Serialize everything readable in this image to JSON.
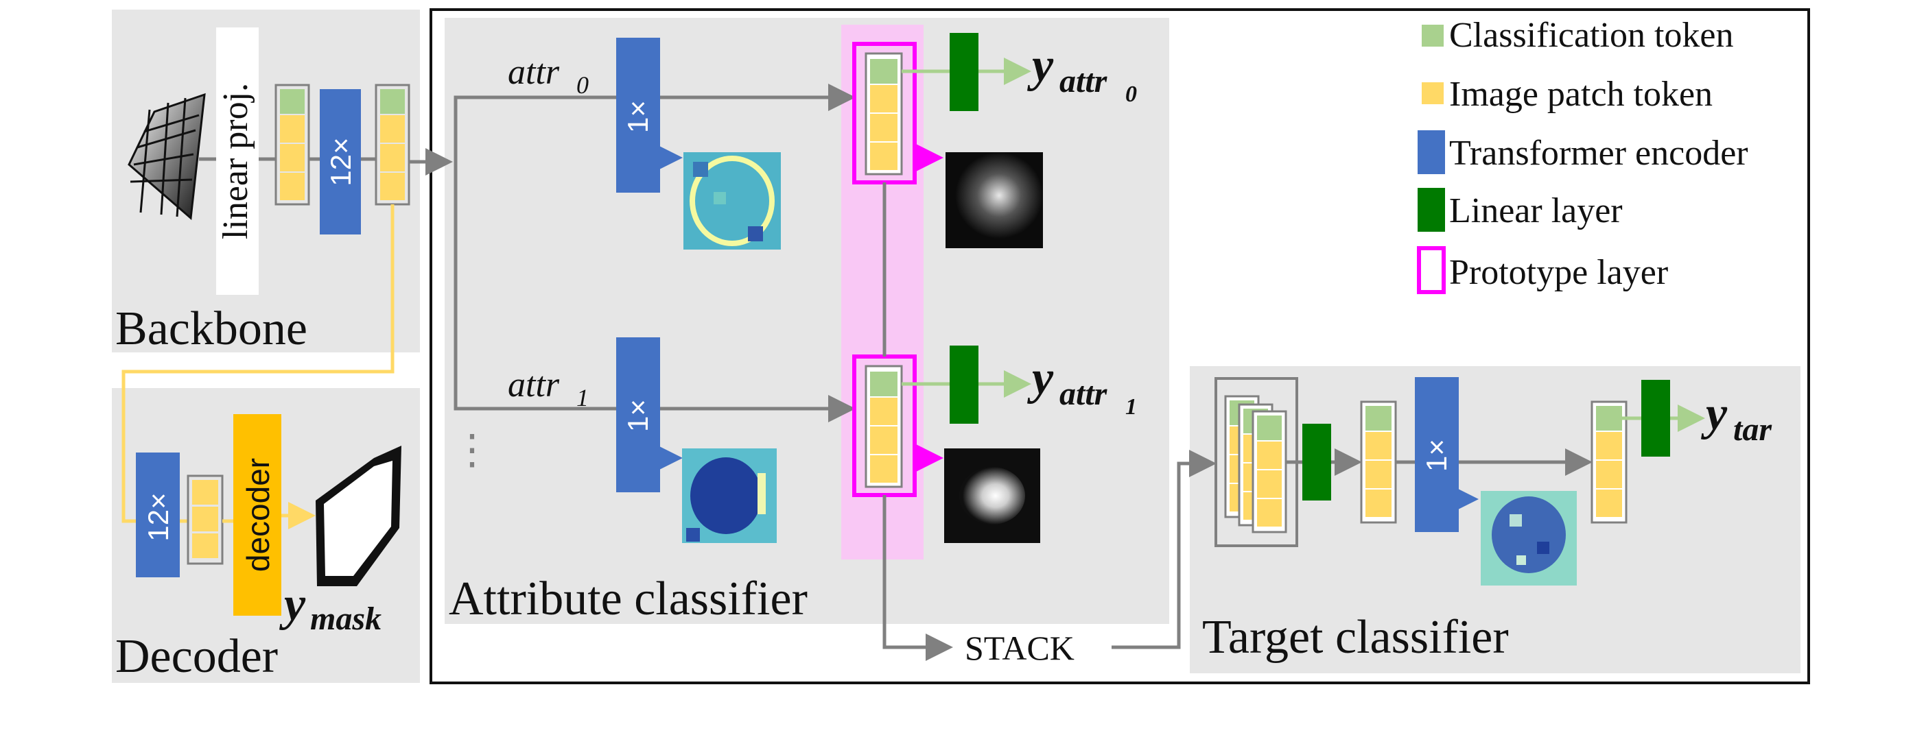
{
  "legend": {
    "classification_token": "Classification token",
    "image_patch_token": "Image patch token",
    "transformer_encoder": "Transformer encoder",
    "linear_layer": "Linear layer",
    "prototype_layer": "Prototype layer"
  },
  "sections": {
    "backbone": "Backbone",
    "decoder": "Decoder",
    "attribute_classifier": "Attribute classifier",
    "target_classifier": "Target classifier"
  },
  "blocks": {
    "linear_proj": "linear proj.",
    "backbone_encoder": "12×",
    "decoder_encoder": "12×",
    "decoder_block": "decoder",
    "attr_encoder": "1×",
    "target_encoder": "1×",
    "stack": "STACK"
  },
  "labels": {
    "attr0_base": "attr",
    "attr0_sub": "0",
    "attr1_base": "attr",
    "attr1_sub": "1",
    "ellipsis": "⋮",
    "y_attr0_base": "y",
    "y_attr0_sub": "attr",
    "y_attr0_subsub": "0",
    "y_attr1_base": "y",
    "y_attr1_sub": "attr",
    "y_attr1_subsub": "1",
    "y_tar_base": "y",
    "y_tar_sub": "tar",
    "y_mask_base": "y",
    "y_mask_sub": "mask"
  },
  "colors": {
    "classification_token": "#a9d18e",
    "image_patch_token": "#ffd966",
    "transformer_encoder": "#4472c4",
    "linear_layer": "#007a00",
    "prototype_layer": "#ff00ff",
    "decoder_block": "#ffc000",
    "panel_bg": "#e6e6e6",
    "arrow": "#808080",
    "mask_path": "#ffd966"
  }
}
